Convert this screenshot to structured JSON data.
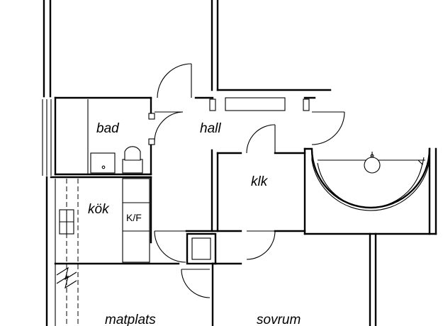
{
  "rooms": {
    "bad": "bad",
    "hall": "hall",
    "kok": "kök",
    "klk": "klk",
    "matplats": "matplats",
    "sovrum": "sovrum"
  },
  "appliance": {
    "fridge_freezer": "K/F"
  }
}
